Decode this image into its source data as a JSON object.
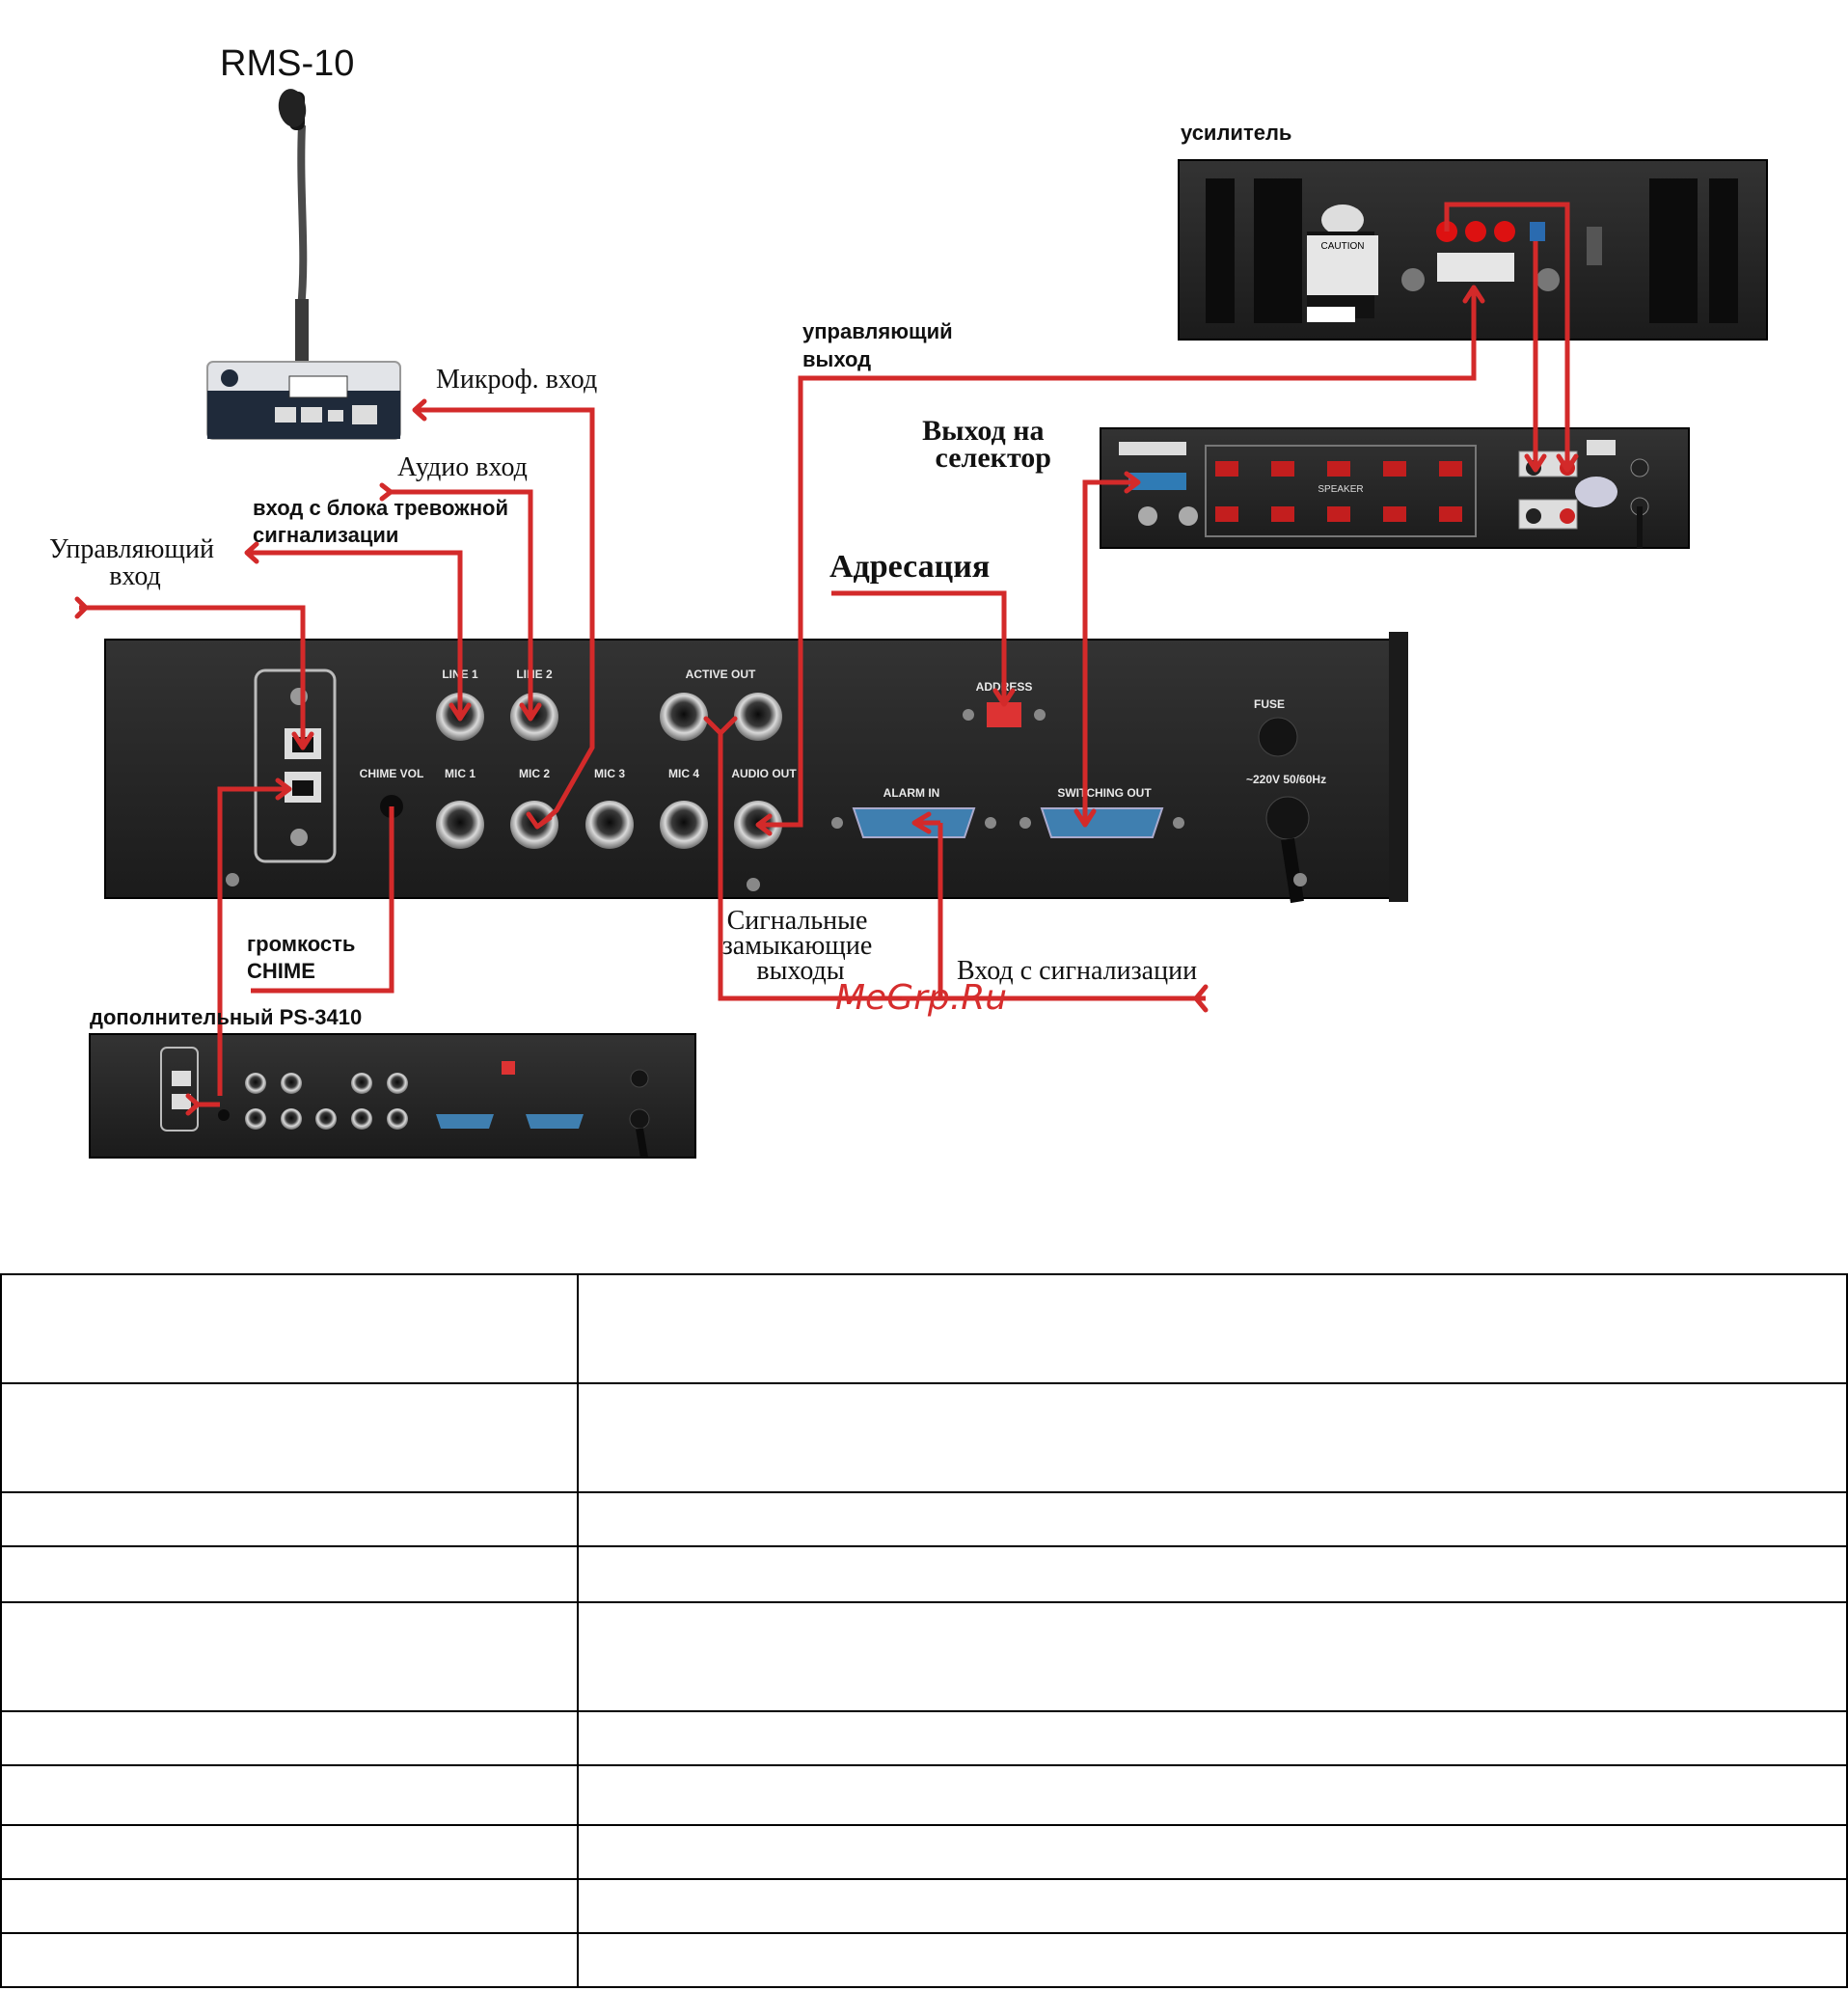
{
  "diagram": {
    "labels": {
      "rms10": "RMS-10",
      "amplifier": "усилитель",
      "control_output": [
        "управляющий",
        "выход"
      ],
      "mic_input": "Микроф. вход",
      "audio_input": "Аудио вход",
      "alarm_input": [
        "вход с блока тревожной",
        "сигнализации"
      ],
      "control_input": [
        "Управляющий",
        "вход"
      ],
      "selector_output": [
        "Выход на",
        "селектор"
      ],
      "addressing": "Адресация",
      "chime_volume": [
        "громкость",
        "CHIME"
      ],
      "extra_ps": "дополнительный PS-3410",
      "signal_outputs": [
        "Сигнальные",
        "замыкающие",
        "выходы"
      ],
      "alarm_signal_input": "Вход с сигнализации"
    },
    "panel_labels": {
      "line1": "LINE 1",
      "line2": "LINE 2",
      "active_out": "ACTIVE OUT",
      "address": "ADDRESS",
      "fuse": "FUSE",
      "mic1": "MIC 1",
      "mic2": "MIC 2",
      "mic3": "MIC 3",
      "mic4": "MIC 4",
      "audio_out": "AUDIO OUT",
      "chime_vol": "CHIME VOL",
      "alarm_in": "ALARM IN",
      "switching_out": "SWITCHING OUT",
      "mains": "~220V 50/60Hz",
      "caution": "CAUTION",
      "speaker": "SPEAKER"
    },
    "watermark": "MeGrp.Ru"
  },
  "table": {
    "rows": [
      [
        "",
        ""
      ],
      [
        "",
        ""
      ],
      [
        "",
        ""
      ],
      [
        "",
        ""
      ],
      [
        "",
        ""
      ],
      [
        "",
        ""
      ],
      [
        "",
        ""
      ],
      [
        "",
        ""
      ],
      [
        "",
        ""
      ],
      [
        "",
        ""
      ]
    ]
  },
  "colors": {
    "wire": "#d32a2a",
    "panel": "#222222",
    "connector_blue": "#3f7fb0"
  }
}
